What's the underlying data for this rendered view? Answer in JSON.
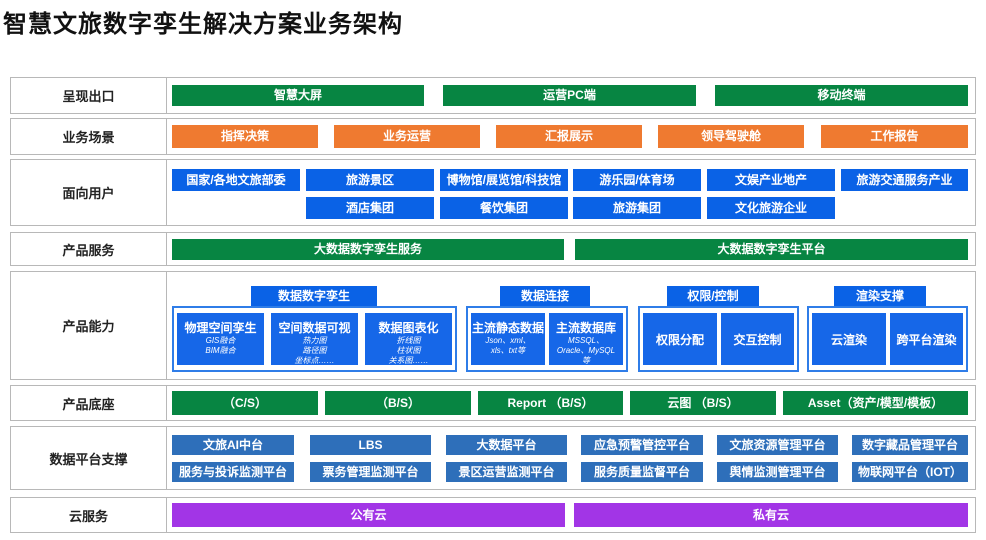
{
  "title": "智慧文旅数字孪生解决方案业务架构",
  "rows": {
    "output": {
      "label": "呈现出口",
      "items": [
        "智慧大屏",
        "运营PC端",
        "移动终端"
      ]
    },
    "scenario": {
      "label": "业务场景",
      "items": [
        "指挥决策",
        "业务运营",
        "汇报展示",
        "领导驾驶舱",
        "工作报告"
      ]
    },
    "users": {
      "label": "面向用户",
      "items": [
        "国家/各地文旅部委",
        "旅游景区",
        "博物馆/展览馆/科技馆",
        "游乐园/体育场",
        "文娱产业地产",
        "旅游交通服务产业",
        "酒店集团",
        "餐饮集团",
        "旅游集团",
        "文化旅游企业"
      ]
    },
    "service": {
      "label": "产品服务",
      "items": [
        "大数据数字孪生服务",
        "大数据数字孪生平台"
      ]
    },
    "capability": {
      "label": "产品能力",
      "groups": [
        {
          "title": "数据数字孪生",
          "cards": [
            {
              "title": "物理空间孪生",
              "subs": [
                "GIS融合",
                "BIM融合"
              ]
            },
            {
              "title": "空间数据可视",
              "subs": [
                "热力图",
                "路径图",
                "坐标点……"
              ]
            },
            {
              "title": "数据图表化",
              "subs": [
                "折线图",
                "柱状图",
                "关系图……"
              ]
            }
          ]
        },
        {
          "title": "数据连接",
          "cards": [
            {
              "title": "主流静态数据",
              "subs": [
                "Json、xml、",
                "xls、txt等"
              ]
            },
            {
              "title": "主流数据库",
              "subs": [
                "MSSQL、",
                "Oracle、MySQL",
                "等"
              ]
            }
          ]
        },
        {
          "title": "权限/控制",
          "cards": [
            {
              "title": "权限分配",
              "subs": []
            },
            {
              "title": "交互控制",
              "subs": []
            }
          ]
        },
        {
          "title": "渲染支撑",
          "cards": [
            {
              "title": "云渲染",
              "subs": []
            },
            {
              "title": "跨平台渲染",
              "subs": []
            }
          ]
        }
      ]
    },
    "base": {
      "label": "产品底座",
      "items": [
        "（C/S）",
        "（B/S）",
        "Report （B/S）",
        "云图 （B/S）",
        "Asset（资产/模型/模板）"
      ]
    },
    "platform": {
      "label": "数据平台支撑",
      "items": [
        "文旅AI中台",
        "LBS",
        "大数据平台",
        "应急预警管控平台",
        "文旅资源管理平台",
        "数字藏品管理平台",
        "服务与投诉监测平台",
        "票务管理监测平台",
        "景区运营监测平台",
        "服务质量监督平台",
        "舆情监测管理平台",
        "物联网平台（IOT）"
      ]
    },
    "cloud": {
      "label": "云服务",
      "items": [
        "公有云",
        "私有云"
      ]
    }
  }
}
